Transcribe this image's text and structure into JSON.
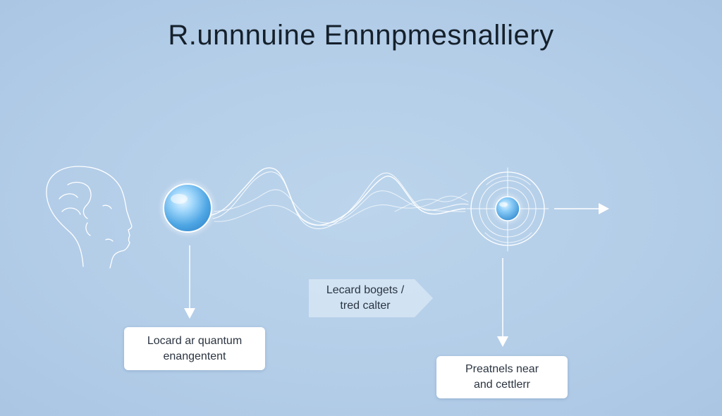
{
  "title": "R.unnnuine Ennnpmesnalliery",
  "labels": {
    "left_box": {
      "line1": "Locard ar quantum",
      "line2": "enangentent"
    },
    "middle_tag": {
      "line1": "Lecard bogets /",
      "line2": "tred calter"
    },
    "right_box": {
      "line1": "Preatnels near",
      "line2": "and cettlerr"
    }
  },
  "icons": [
    "head-profile-icon",
    "sphere-icon",
    "target-icon"
  ],
  "colors": {
    "background": "#b3cde8",
    "line": "#ffffff",
    "sphere": "#63b3ea",
    "text": "#15202b"
  }
}
